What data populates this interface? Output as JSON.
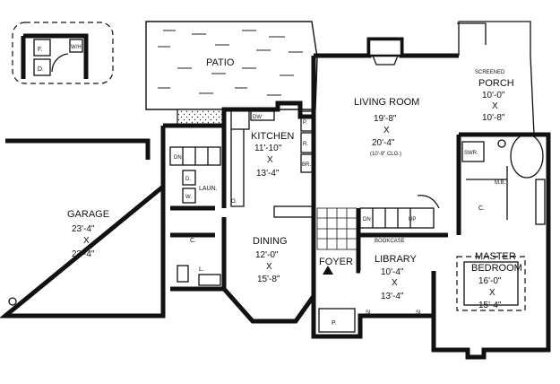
{
  "inset": {
    "dryer": "D.",
    "freezer": "F.",
    "washer": "W/H"
  },
  "rooms": {
    "patio": {
      "name": "PATIO"
    },
    "living_room": {
      "name": "LIVING ROOM",
      "width": "19'-8\"",
      "by": "X",
      "length": "20'-4\"",
      "note": "(10'-9\" CLG.)"
    },
    "screened_porch": {
      "name_line1": "SCREENED",
      "name_line2": "PORCH",
      "width": "10'-0\"",
      "by": "X",
      "length": "10'-8\""
    },
    "kitchen": {
      "name": "KITCHEN",
      "width": "11'-10\"",
      "by": "X",
      "length": "13'-4\""
    },
    "garage": {
      "name": "GARAGE",
      "width": "23'-4\"",
      "by": "X",
      "length": "23'-4\""
    },
    "dining": {
      "name": "DINING",
      "width": "12'-0\"",
      "by": "X",
      "length": "15'-8\""
    },
    "foyer": {
      "name": "FOYER"
    },
    "library": {
      "name": "LIBRARY",
      "width": "10'-4\"",
      "by": "X",
      "length": "13'-4\""
    },
    "master_bedroom": {
      "name_line1": "MASTER",
      "name_line2": "BEDROOM",
      "width": "16'-0\"",
      "by": "X",
      "length": "15'-4\""
    },
    "laundry": {
      "name": "LAUN."
    }
  },
  "fixtures": {
    "dw": "DW",
    "pantry": "P.",
    "refrigerator": "R.",
    "broom": "BR.",
    "dn_laundry": "DN",
    "dryer": "D.",
    "washer": "W.",
    "oven": "O.",
    "closet_c": "C.",
    "lav": "L.",
    "dn_stair": "DN",
    "up_stair": "UP",
    "bookcase": "BOOKCASE",
    "porch_p": "P.",
    "sl_left": "SL",
    "sl_right": "SL",
    "shower": "SWR.",
    "master_bath": "M.B.",
    "master_closet": "C."
  }
}
